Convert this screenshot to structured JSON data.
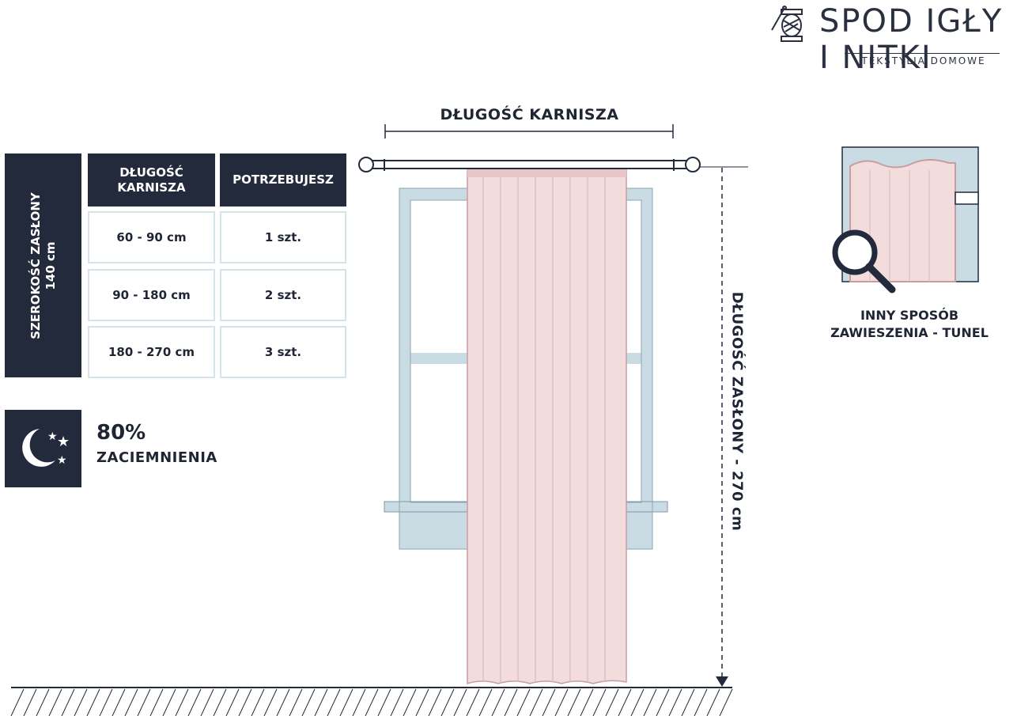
{
  "brand": {
    "name": "SPOD IGŁY I NITKI",
    "tagline": "TEKSTYLIA DOMOWE"
  },
  "curtain_width_label": [
    "SZEROKOŚĆ ZASŁONY",
    "140 cm"
  ],
  "table": {
    "headers": [
      [
        "DŁUGOŚĆ",
        "KARNISZA"
      ],
      [
        "POTRZEBUJESZ"
      ]
    ],
    "rows": [
      {
        "rod_length": "60 - 90 cm",
        "needed": "1 szt."
      },
      {
        "rod_length": "90 - 180 cm",
        "needed": "2 szt."
      },
      {
        "rod_length": "180 - 270 cm",
        "needed": "3 szt."
      }
    ]
  },
  "blackout": {
    "percent": "80%",
    "label": "ZACIEMNIENIA",
    "icon": "moon-stars-icon"
  },
  "diagram": {
    "rod_length_label": "DŁUGOŚĆ KARNISZA",
    "curtain_length_label": "DŁUGOŚĆ ZASŁONY - 270 cm"
  },
  "tunnel": {
    "label_line1": "INNY SPOSÓB",
    "label_line2": "ZAWIESZENIA - TUNEL",
    "icon": "magnifier-icon"
  },
  "colors": {
    "navy": "#232a3b",
    "window_blue": "#c9dbe3",
    "curtain_pink": "#f2dcdc",
    "curtain_edge": "#c99ca4"
  }
}
